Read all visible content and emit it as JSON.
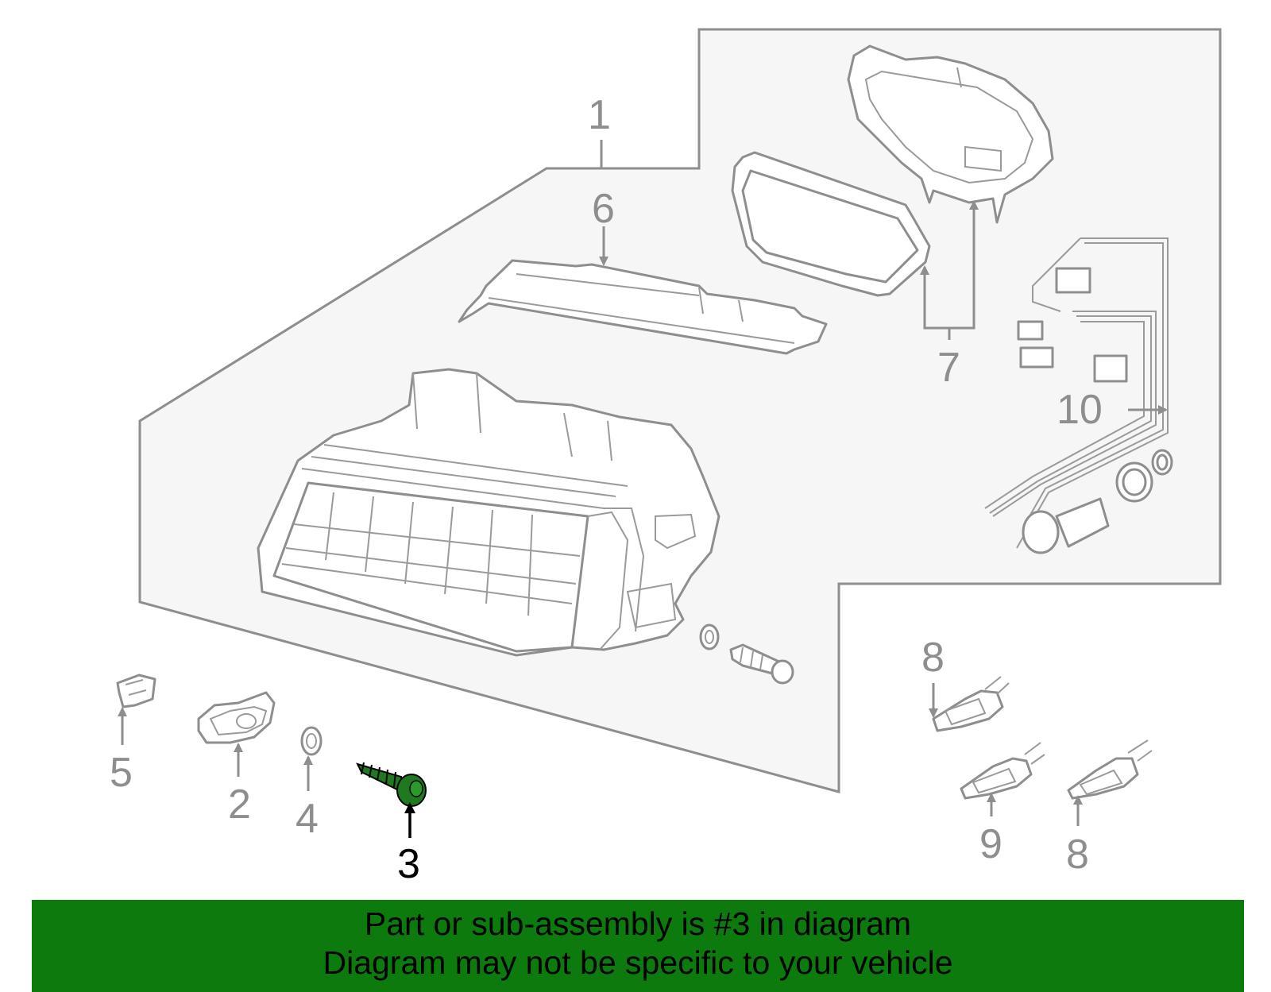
{
  "diagram": {
    "callouts": {
      "c1": "1",
      "c2": "2",
      "c3": "3",
      "c4": "4",
      "c5": "5",
      "c6": "6",
      "c7": "7",
      "c8a": "8",
      "c8b": "8",
      "c9": "9",
      "c10": "10"
    },
    "highlighted_part": "3",
    "colors": {
      "highlight_part": "#1f7a1f",
      "banner": "#0c7a0c",
      "line_art": "#8e8e8e",
      "assembly_fill": "#f6f6f6"
    }
  },
  "banner": {
    "line1": "Part or sub-assembly is #3 in diagram",
    "line2": "Diagram may not be specific to your vehicle"
  }
}
